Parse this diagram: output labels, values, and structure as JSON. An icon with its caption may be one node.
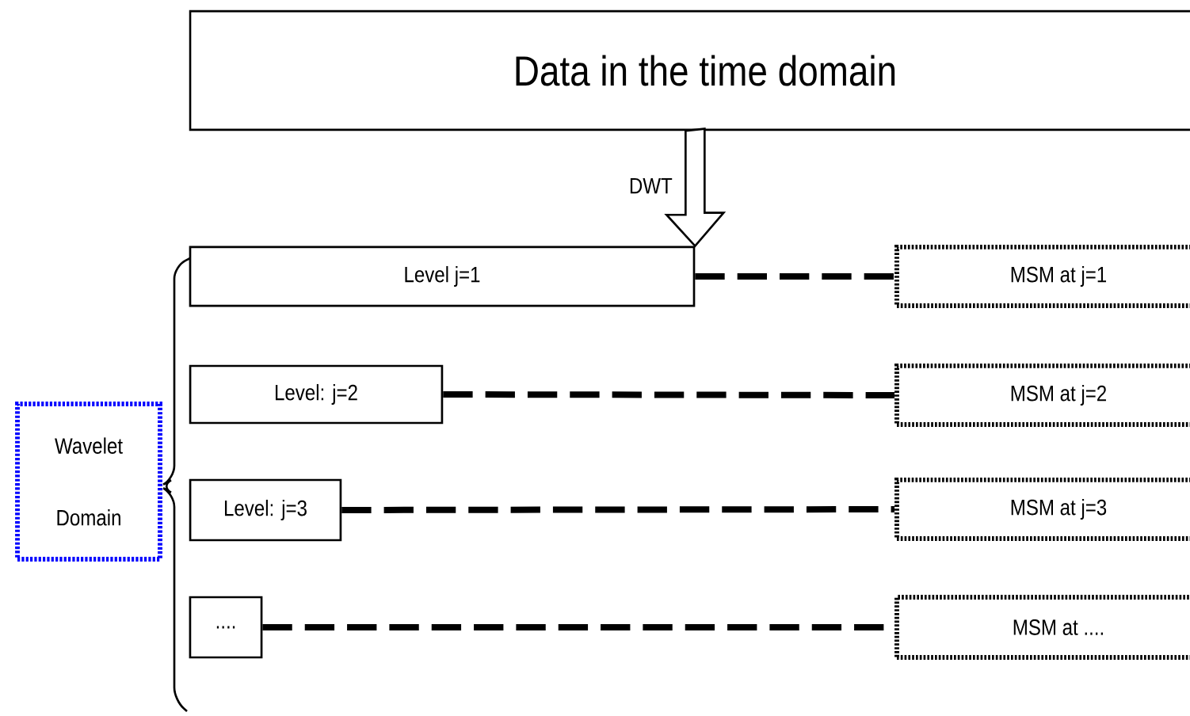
{
  "diagram": {
    "nodes": [
      {
        "text": [
          "Data in the time domain"
        ]
      },
      {
        "text": [
          "Level j=1"
        ]
      },
      {
        "text": [
          "MSM at j=1"
        ]
      },
      {
        "text": [
          "Level: j=2"
        ]
      },
      {
        "text": [
          "MSM at j=2"
        ]
      },
      {
        "text": [
          "Level: j=3"
        ]
      },
      {
        "text": [
          "MSM at j=3"
        ]
      },
      {
        "text": [
          "...."
        ]
      },
      {
        "text": [
          "MSM at  ...."
        ]
      },
      {
        "text": [
          "Wavelet Domain"
        ]
      }
    ],
    "edges": [
      {
        "from": 0,
        "to": 1,
        "arrow": "to",
        "label": "DWT",
        "style": "thick"
      },
      {
        "from": 1,
        "to": 2,
        "arrow": "none",
        "style": "dashed"
      },
      {
        "from": 3,
        "to": 4,
        "arrow": "none",
        "style": "dashed"
      },
      {
        "from": 5,
        "to": 6,
        "arrow": "none",
        "style": "dashed"
      },
      {
        "from": 7,
        "to": 8,
        "arrow": "none",
        "style": "dashed"
      }
    ]
  }
}
